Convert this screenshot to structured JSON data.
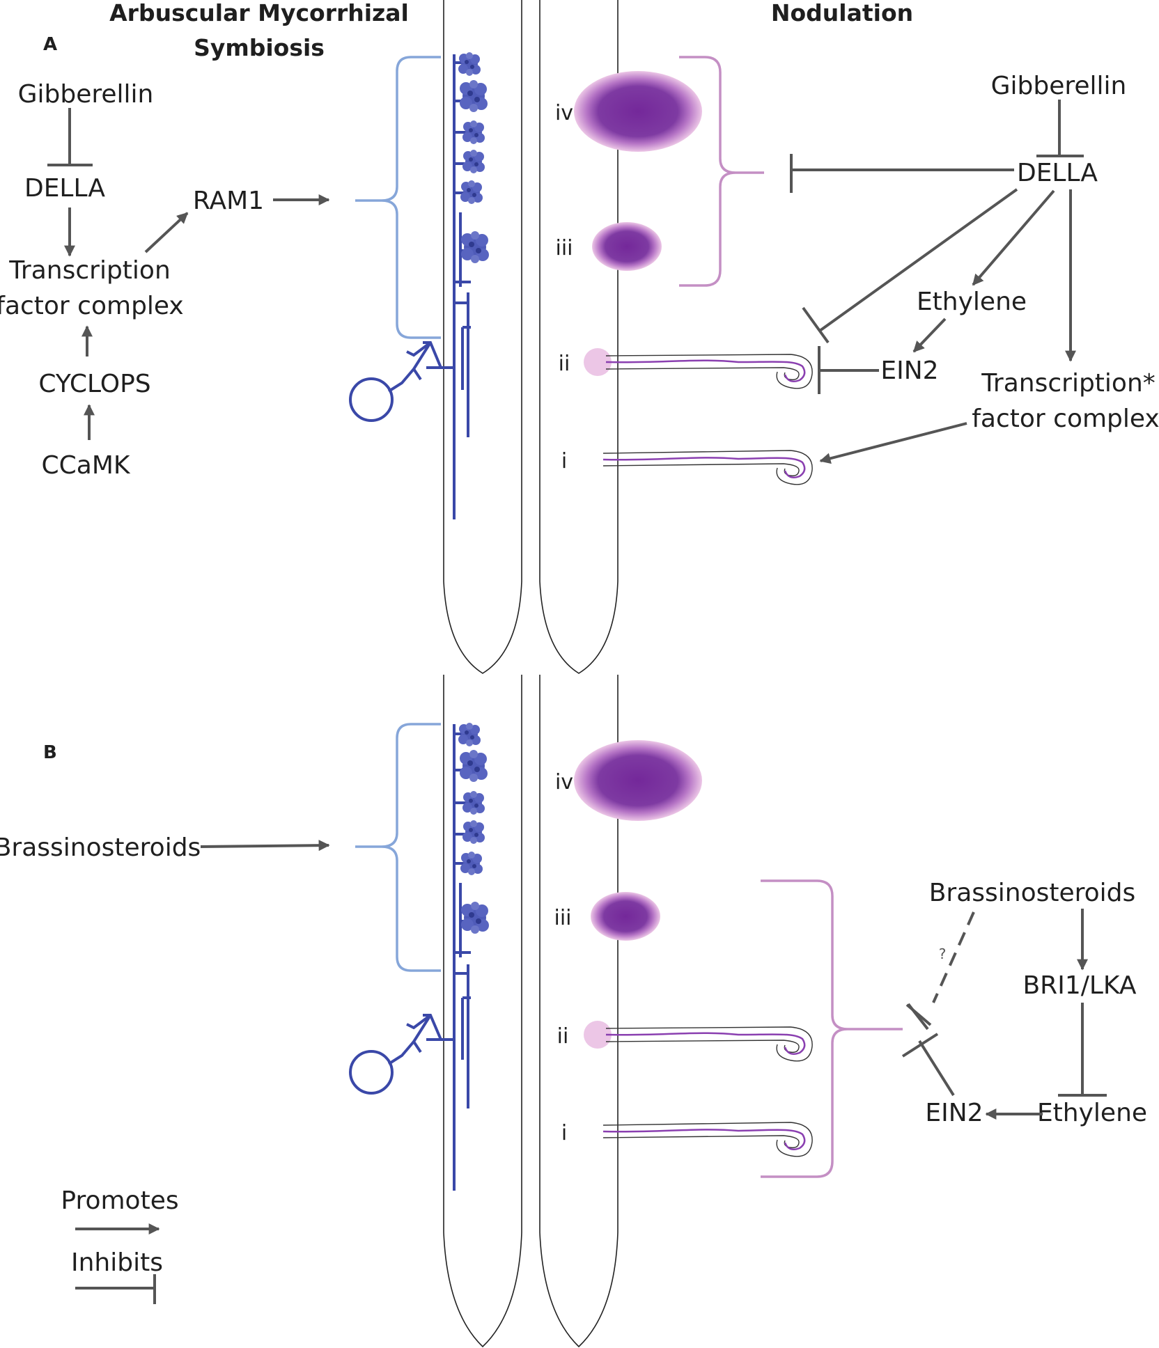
{
  "panel_labels": {
    "a": "A",
    "b": "B"
  },
  "headers": {
    "am_line1": "Arbuscular Mycorrhizal",
    "am_line2": "Symbiosis",
    "nodulation": "Nodulation"
  },
  "panel_a": {
    "left": {
      "gibberellin": "Gibberellin",
      "della": "DELLA",
      "tf_line1": "Transcription",
      "tf_line2": "factor complex",
      "cyclops": "CYCLOPS",
      "ccamk": "CCaMK",
      "ram1": "RAM1"
    },
    "right": {
      "gibberellin": "Gibberellin",
      "della": "DELLA",
      "ethylene": "Ethylene",
      "ein2": "EIN2",
      "tf_line1": "Transcription*",
      "tf_line2": "factor complex"
    },
    "stages": [
      "iv",
      "iii",
      "ii",
      "i"
    ]
  },
  "panel_b": {
    "left": {
      "brassinosteroids": "Brassinosteroids"
    },
    "right": {
      "brassinosteroids": "Brassinosteroids",
      "question": "?",
      "bri1_lka": "BRI1/LKA",
      "ethylene": "Ethylene",
      "ein2": "EIN2"
    },
    "stages": [
      "iv",
      "iii",
      "ii",
      "i"
    ]
  },
  "legend": {
    "promotes": "Promotes",
    "inhibits": "Inhibits"
  },
  "colors": {
    "arrow": "#555555",
    "am_brace": "#86a6d9",
    "nod_brace": "#c48fc4",
    "hyphae": "#3a48a8",
    "nodule_dark": "#7a2f98",
    "nodule_light": "#ecc6e6"
  }
}
